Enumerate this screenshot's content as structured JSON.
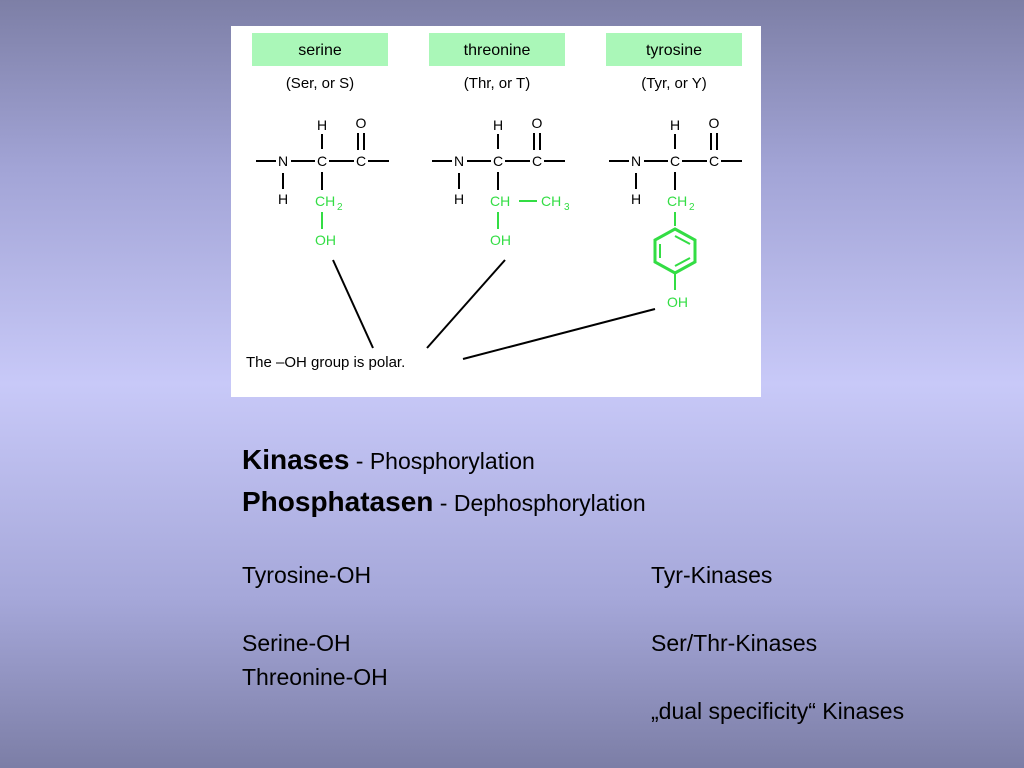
{
  "figure": {
    "amino_acids": [
      {
        "name": "serine",
        "abbr": "(Ser, or S)",
        "side_chain": [
          "CH",
          "2",
          "OH"
        ]
      },
      {
        "name": "threonine",
        "abbr": "(Thr, or T)",
        "side_chain": [
          "CH",
          "CH",
          "3",
          "OH"
        ]
      },
      {
        "name": "tyrosine",
        "abbr": "(Tyr, or Y)",
        "side_chain": [
          "CH",
          "2",
          "OH"
        ]
      }
    ],
    "backbone": {
      "h": "H",
      "n": "N",
      "c": "C",
      "o": "O"
    },
    "polar_note": "The –OH group is polar.",
    "colors": {
      "label_bg": "#aaf7b8",
      "side_chain": "#33dd44"
    }
  },
  "text": {
    "kinases_title": "Kinases",
    "kinases_desc": " - Phosphorylation",
    "phosphatasen_title": "Phosphatasen",
    "phosphatasen_desc": " - Dephosphorylation",
    "rows": [
      {
        "left": "Tyrosine-OH",
        "right": "Tyr-Kinases"
      },
      {
        "left": "Serine-OH",
        "right": "Ser/Thr-Kinases"
      },
      {
        "left": "Threonine-OH",
        "right": ""
      },
      {
        "left": "",
        "right": "„dual specificity“ Kinases"
      }
    ]
  }
}
